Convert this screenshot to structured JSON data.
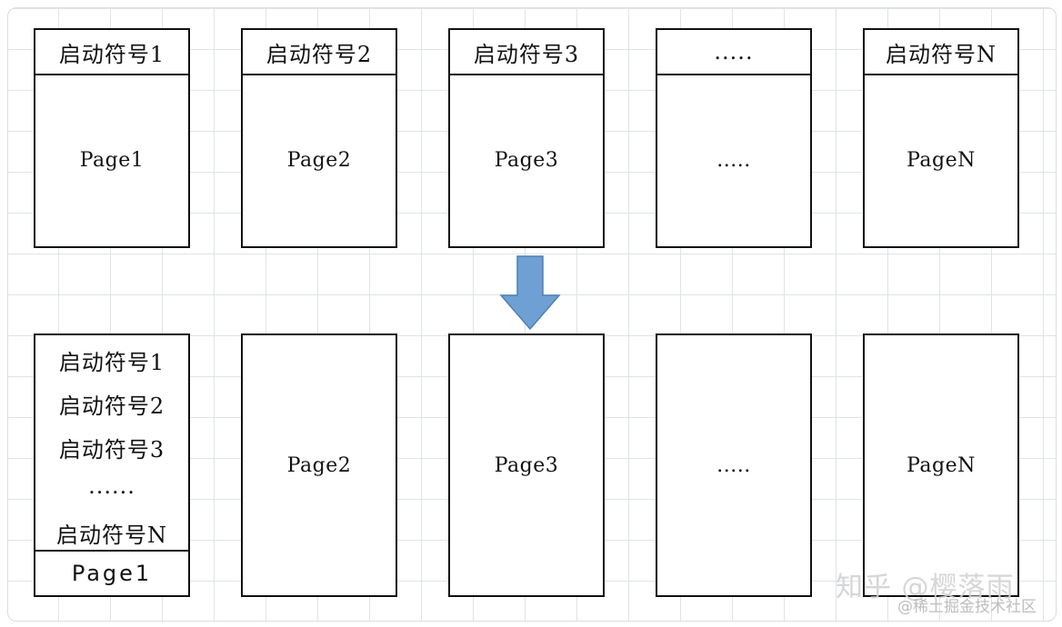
{
  "top_row": [
    {
      "header": "启动符号1",
      "label": "Page1"
    },
    {
      "header": "启动符号2",
      "label": "Page2"
    },
    {
      "header": "启动符号3",
      "label": "Page3"
    },
    {
      "header": ".....",
      "label": "....."
    },
    {
      "header": "启动符号N",
      "label": "PageN"
    }
  ],
  "bottom_row": {
    "first_box": {
      "items": [
        "启动符号1",
        "启动符号2",
        "启动符号3",
        "......",
        "启动符号N"
      ],
      "page_label": "Page1"
    },
    "others": [
      "Page2",
      "Page3",
      ".....",
      "PageN"
    ]
  },
  "colors": {
    "arrow": "#6fa0d4",
    "arrow_stroke": "#4f7fb3",
    "grid": "#dfe4e8"
  },
  "watermark": {
    "line1": "知乎 @樱落雨",
    "line2": "@稀土掘金技术社区"
  }
}
